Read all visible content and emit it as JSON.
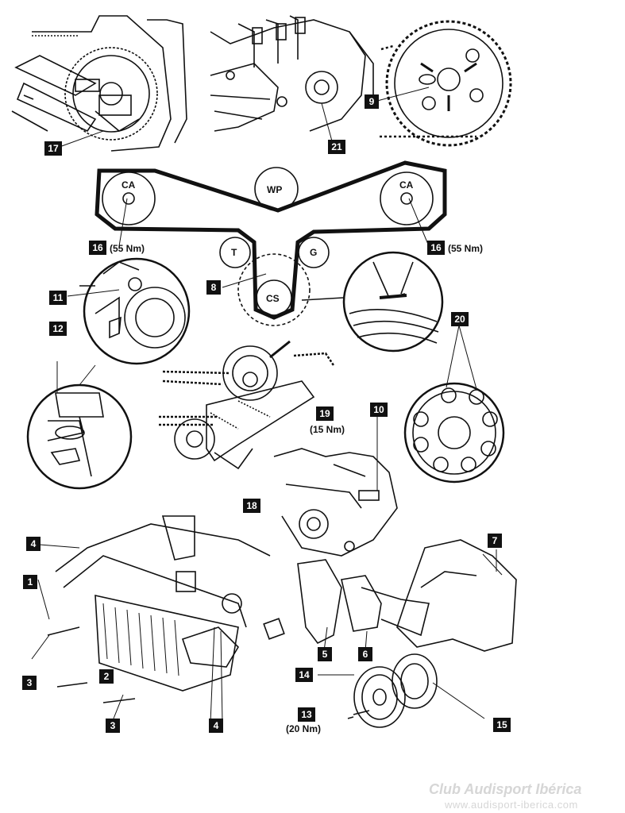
{
  "pulleys": {
    "CA": "CA",
    "WP": "WP",
    "T": "T",
    "G": "G",
    "CS": "CS"
  },
  "callouts": {
    "n1": "1",
    "n2": "2",
    "n3": "3",
    "n4": "4",
    "n5": "5",
    "n6": "6",
    "n7": "7",
    "n8": "8",
    "n9": "9",
    "n10": "10",
    "n11": "11",
    "n12": "12",
    "n13": "13",
    "n14": "14",
    "n15": "15",
    "n16": "16",
    "n17": "17",
    "n18": "18",
    "n19": "19",
    "n20": "20",
    "n21": "21"
  },
  "torques": {
    "t55": "(55 Nm)",
    "t15": "(15 Nm)",
    "t20": "(20 Nm)"
  },
  "watermark": {
    "brand": "Club Audisport Ibérica",
    "url": "www.audisport-iberica.com"
  }
}
